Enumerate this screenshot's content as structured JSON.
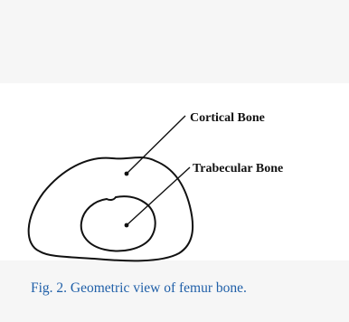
{
  "diagram": {
    "labels": {
      "cortical": "Cortical Bone",
      "trabecular": "Trabecular Bone"
    }
  },
  "caption": "Fig. 2. Geometric view of femur bone.",
  "colors": {
    "background": "#f6f6f6",
    "panel": "#ffffff",
    "line": "#111111",
    "caption": "#1f5fa8"
  }
}
